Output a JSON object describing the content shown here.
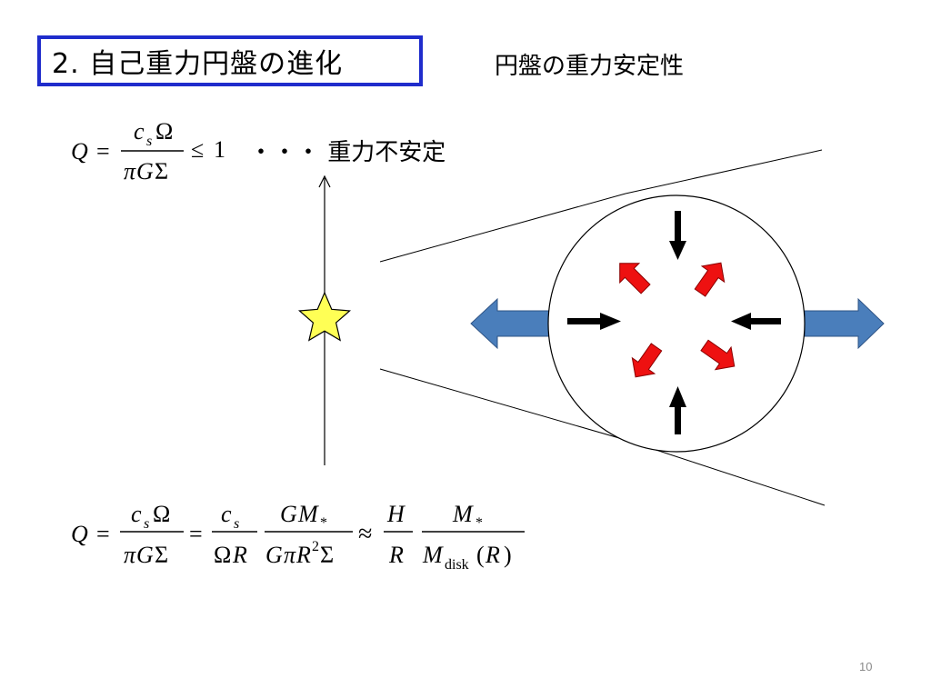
{
  "slide": {
    "title": "2. 自己重力円盤の進化",
    "subtitle": "円盤の重力安定性",
    "page_number": "10"
  },
  "condition": {
    "label": "・・・ 重力不安定",
    "lhs": "Q",
    "eq": "=",
    "num_c": "c",
    "num_sub": "s",
    "num_omega": "Ω",
    "den_pi": "π",
    "den_G": "G",
    "den_sigma": "Σ",
    "rel": "≤",
    "rhs": "1"
  },
  "formula": {
    "lhs": "Q",
    "eq1": "=",
    "f1_num_c": "c",
    "f1_num_sub": "s",
    "f1_num_omega": "Ω",
    "f1_den_pi": "π",
    "f1_den_G": "G",
    "f1_den_sigma": "Σ",
    "eq2": "=",
    "f2_num_c": "c",
    "f2_num_sub": "s",
    "f2_den_omega": "Ω",
    "f2_den_R": "R",
    "f3_num_G": "G",
    "f3_num_M": "M",
    "f3_num_star": "*",
    "f3_den_G": "G",
    "f3_den_pi": "π",
    "f3_den_R": "R",
    "f3_den_sup": "2",
    "f3_den_sigma": "Σ",
    "approx": "≈",
    "f4_num_H": "H",
    "f4_den_R": "R",
    "f5_num_M": "M",
    "f5_num_star": "*",
    "f5_den_M": "M",
    "f5_den_sub": "disk",
    "f5_den_lp": "(",
    "f5_den_R": "R",
    "f5_den_rp": ")"
  },
  "diagram": {
    "colors": {
      "star_fill": "#ffff55",
      "inward_arrow": "#000000",
      "red_arrow": "#ee1111",
      "blue_arrow": "#4a7ebb"
    },
    "icons": [
      "star-icon",
      "arrow-up-icon",
      "arrow-down-icon",
      "arrow-left-icon",
      "arrow-right-icon"
    ]
  }
}
